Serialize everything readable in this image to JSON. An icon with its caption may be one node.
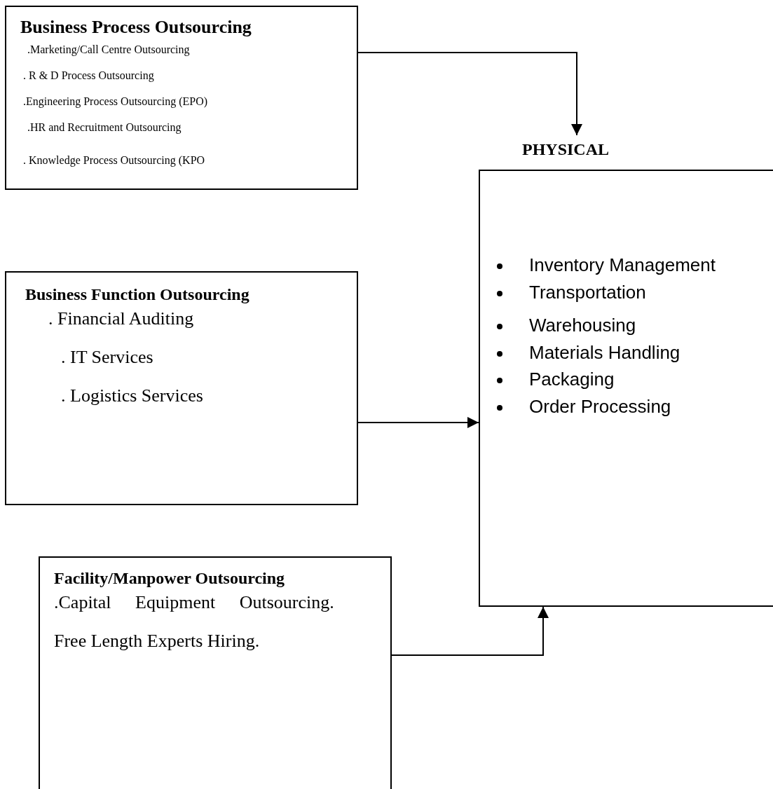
{
  "diagram": {
    "nodes": [
      {
        "text": [
          "Business Process Outsourcing",
          ".Marketing/Call Centre Outsourcing",
          ". R & D Process Outsourcing",
          ".Engineering Process Outsourcing (EPO)",
          ".HR and Recruitment Outsourcing",
          ". Knowledge Process Outsourcing (KPO"
        ]
      },
      {
        "text": [
          "Business Function Outsourcing",
          ". Financial Auditing",
          ". IT Services",
          ". Logistics Services"
        ]
      },
      {
        "text": [
          "PHYSICAL",
          "Inventory Management",
          "Transportation",
          "Warehousing",
          "Materials Handling",
          "Packaging",
          "Order Processing"
        ]
      },
      {
        "text": [
          "Facility/Manpower Outsourcing",
          ".Capital Equipment Outsourcing.",
          "Free Length Experts Hiring."
        ]
      }
    ],
    "edges": [
      {
        "from": 0,
        "to": 2,
        "arrow": "to"
      },
      {
        "from": 1,
        "to": 2,
        "arrow": "to"
      },
      {
        "from": 3,
        "to": 2,
        "arrow": "to"
      }
    ]
  }
}
